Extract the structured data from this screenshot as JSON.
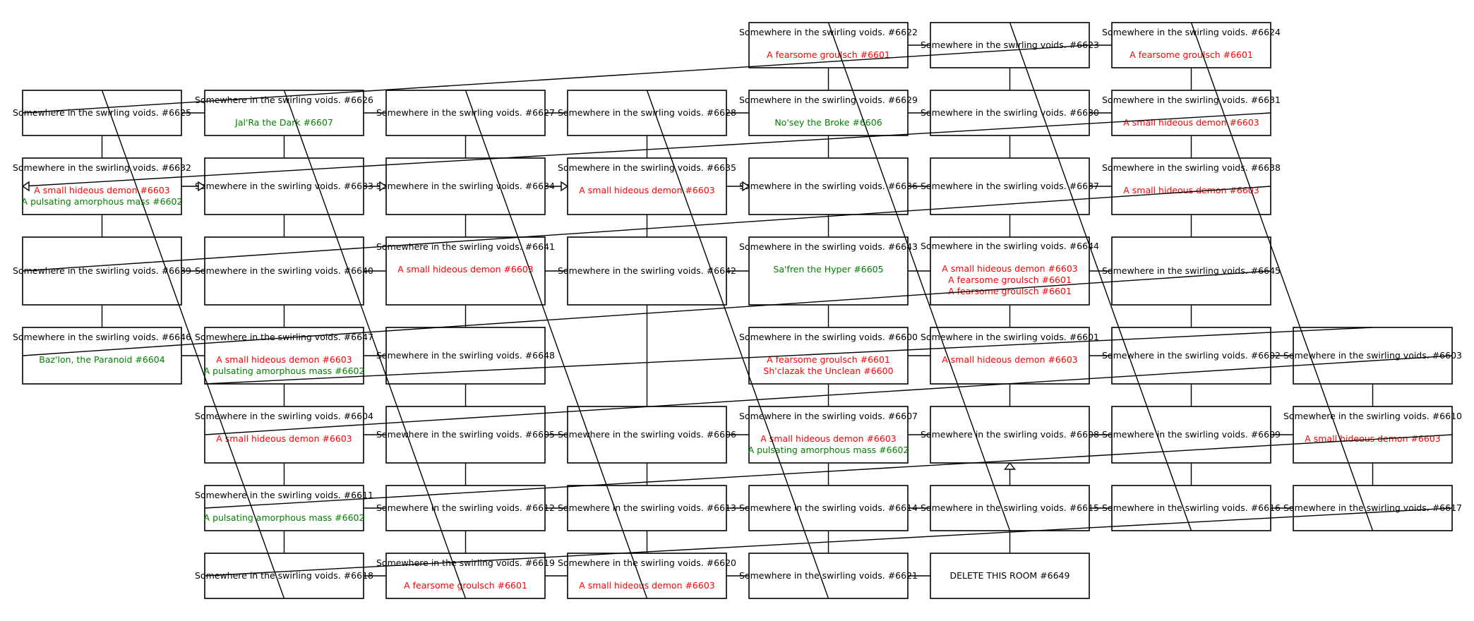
{
  "colors": {
    "hostile": "#ff0000",
    "friendly": "#008000",
    "text": "#000000",
    "line": "#000000"
  },
  "rooms": [
    {
      "name": "Somewhere in the swirling voids. #6622",
      "col": 4,
      "row": 0,
      "entities": [
        {
          "text": "A fearsome groulsch #6601",
          "kind": "hostile"
        }
      ]
    },
    {
      "name": "Somewhere in the swirling voids. #6623",
      "col": 5,
      "row": 0,
      "entities": []
    },
    {
      "name": "Somewhere in the swirling voids. #6624",
      "col": 6,
      "row": 0,
      "entities": [
        {
          "text": "A fearsome groulsch #6601",
          "kind": "hostile"
        }
      ]
    },
    {
      "name": "Somewhere in the swirling voids. #6625",
      "col": 0,
      "row": 1,
      "entities": []
    },
    {
      "name": "Somewhere in the swirling voids. #6626",
      "col": 1,
      "row": 1,
      "entities": [
        {
          "text": "Jal'Ra the Dark #6607",
          "kind": "friendly"
        }
      ]
    },
    {
      "name": "Somewhere in the swirling voids. #6627",
      "col": 2,
      "row": 1,
      "entities": []
    },
    {
      "name": "Somewhere in the swirling voids. #6628",
      "col": 3,
      "row": 1,
      "entities": []
    },
    {
      "name": "Somewhere in the swirling voids. #6629",
      "col": 4,
      "row": 1,
      "entities": [
        {
          "text": "No'sey the Broke #6606",
          "kind": "friendly"
        }
      ]
    },
    {
      "name": "Somewhere in the swirling voids. #6630",
      "col": 5,
      "row": 1,
      "entities": []
    },
    {
      "name": "Somewhere in the swirling voids. #6631",
      "col": 6,
      "row": 1,
      "entities": [
        {
          "text": "A small hideous demon #6603",
          "kind": "hostile"
        }
      ]
    },
    {
      "name": "Somewhere in the swirling voids. #6632",
      "col": 0,
      "row": 2,
      "entities": [
        {
          "text": "A small hideous demon #6603",
          "kind": "hostile"
        },
        {
          "text": "A pulsating amorphous mass #6602",
          "kind": "friendly"
        }
      ]
    },
    {
      "name": "Somewhere in the swirling voids. #6633",
      "col": 1,
      "row": 2,
      "entities": []
    },
    {
      "name": "Somewhere in the swirling voids. #6634",
      "col": 2,
      "row": 2,
      "entities": []
    },
    {
      "name": "Somewhere in the swirling voids. #6635",
      "col": 3,
      "row": 2,
      "entities": [
        {
          "text": "A small hideous demon #6603",
          "kind": "hostile"
        }
      ]
    },
    {
      "name": "Somewhere in the swirling voids. #6636",
      "col": 4,
      "row": 2,
      "entities": []
    },
    {
      "name": "Somewhere in the swirling voids. #6637",
      "col": 5,
      "row": 2,
      "entities": []
    },
    {
      "name": "Somewhere in the swirling voids. #6638",
      "col": 6,
      "row": 2,
      "entities": [
        {
          "text": "A small hideous demon #6603",
          "kind": "hostile"
        }
      ]
    },
    {
      "name": "Somewhere in the swirling voids. #6639",
      "col": 0,
      "row": 3,
      "entities": []
    },
    {
      "name": "Somewhere in the swirling voids. #6640",
      "col": 1,
      "row": 3,
      "entities": []
    },
    {
      "name": "Somewhere in the swirling voids. #6641",
      "col": 2,
      "row": 3,
      "entities": [
        {
          "text": "A small hideous demon #6603",
          "kind": "hostile"
        }
      ]
    },
    {
      "name": "Somewhere in the swirling voids. #6642",
      "col": 3,
      "row": 3,
      "entities": []
    },
    {
      "name": "Somewhere in the swirling voids. #6643",
      "col": 4,
      "row": 3,
      "entities": [
        {
          "text": "Sa'fren the Hyper #6605",
          "kind": "friendly"
        }
      ]
    },
    {
      "name": "Somewhere in the swirling voids. #6644",
      "col": 5,
      "row": 3,
      "entities": [
        {
          "text": "A small hideous demon #6603",
          "kind": "hostile"
        },
        {
          "text": "A fearsome groulsch #6601",
          "kind": "hostile"
        },
        {
          "text": "A fearsome groulsch #6601",
          "kind": "hostile"
        }
      ]
    },
    {
      "name": "Somewhere in the swirling voids. #6645",
      "col": 6,
      "row": 3,
      "entities": []
    },
    {
      "name": "Somewhere in the swirling voids. #6646",
      "col": 0,
      "row": 4,
      "entities": [
        {
          "text": "Baz'lon, the Paranoid #6604",
          "kind": "friendly"
        }
      ]
    },
    {
      "name": "Somewhere in the swirling voids. #6647",
      "col": 1,
      "row": 4,
      "entities": [
        {
          "text": "A small hideous demon #6603",
          "kind": "hostile"
        },
        {
          "text": "A pulsating amorphous mass #6602",
          "kind": "friendly"
        }
      ]
    },
    {
      "name": "Somewhere in the swirling voids. #6648",
      "col": 2,
      "row": 4,
      "entities": []
    },
    {
      "name": "Somewhere in the swirling voids. #6600",
      "col": 4,
      "row": 4,
      "entities": [
        {
          "text": "A fearsome groulsch #6601",
          "kind": "hostile"
        },
        {
          "text": "Sh'clazak the Unclean #6600",
          "kind": "hostile"
        }
      ]
    },
    {
      "name": "Somewhere in the swirling voids. #6601",
      "col": 5,
      "row": 4,
      "entities": [
        {
          "text": "A small hideous demon #6603",
          "kind": "hostile"
        }
      ]
    },
    {
      "name": "Somewhere in the swirling voids. #6602",
      "col": 6,
      "row": 4,
      "entities": []
    },
    {
      "name": "Somewhere in the swirling voids. #6603",
      "col": 7,
      "row": 4,
      "entities": []
    },
    {
      "name": "Somewhere in the swirling voids. #6604",
      "col": 1,
      "row": 5,
      "entities": [
        {
          "text": "A small hideous demon #6603",
          "kind": "hostile"
        }
      ]
    },
    {
      "name": "Somewhere in the swirling voids. #6605",
      "col": 2,
      "row": 5,
      "entities": []
    },
    {
      "name": "Somewhere in the swirling voids. #6606",
      "col": 3,
      "row": 5,
      "entities": []
    },
    {
      "name": "Somewhere in the swirling voids. #6607",
      "col": 4,
      "row": 5,
      "entities": [
        {
          "text": "A small hideous demon #6603",
          "kind": "hostile"
        },
        {
          "text": "A pulsating amorphous mass #6602",
          "kind": "friendly"
        }
      ]
    },
    {
      "name": "Somewhere in the swirling voids. #6608",
      "col": 5,
      "row": 5,
      "entities": []
    },
    {
      "name": "Somewhere in the swirling voids. #6609",
      "col": 6,
      "row": 5,
      "entities": []
    },
    {
      "name": "Somewhere in the swirling voids. #6610",
      "col": 7,
      "row": 5,
      "entities": [
        {
          "text": "A small hideous demon #6603",
          "kind": "hostile"
        }
      ]
    },
    {
      "name": "Somewhere in the swirling voids. #6611",
      "col": 1,
      "row": 6,
      "entities": [
        {
          "text": "A pulsating amorphous mass #6602",
          "kind": "friendly"
        }
      ]
    },
    {
      "name": "Somewhere in the swirling voids. #6612",
      "col": 2,
      "row": 6,
      "entities": []
    },
    {
      "name": "Somewhere in the swirling voids. #6613",
      "col": 3,
      "row": 6,
      "entities": []
    },
    {
      "name": "Somewhere in the swirling voids. #6614",
      "col": 4,
      "row": 6,
      "entities": []
    },
    {
      "name": "Somewhere in the swirling voids. #6615",
      "col": 5,
      "row": 6,
      "entities": []
    },
    {
      "name": "Somewhere in the swirling voids. #6616",
      "col": 6,
      "row": 6,
      "entities": []
    },
    {
      "name": "Somewhere in the swirling voids. #6617",
      "col": 7,
      "row": 6,
      "entities": []
    },
    {
      "name": "Somewhere in the swirling voids. #6618",
      "col": 1,
      "row": 7,
      "entities": []
    },
    {
      "name": "Somewhere in the swirling voids. #6619",
      "col": 2,
      "row": 7,
      "entities": [
        {
          "text": "A fearsome groulsch #6601",
          "kind": "hostile"
        }
      ]
    },
    {
      "name": "Somewhere in the swirling voids. #6620",
      "col": 3,
      "row": 7,
      "entities": [
        {
          "text": "A small hideous demon #6603",
          "kind": "hostile"
        }
      ]
    },
    {
      "name": "Somewhere in the swirling voids. #6621",
      "col": 4,
      "row": 7,
      "entities": []
    },
    {
      "name": "DELETE THIS ROOM #6649",
      "col": 5,
      "row": 7,
      "entities": []
    }
  ]
}
